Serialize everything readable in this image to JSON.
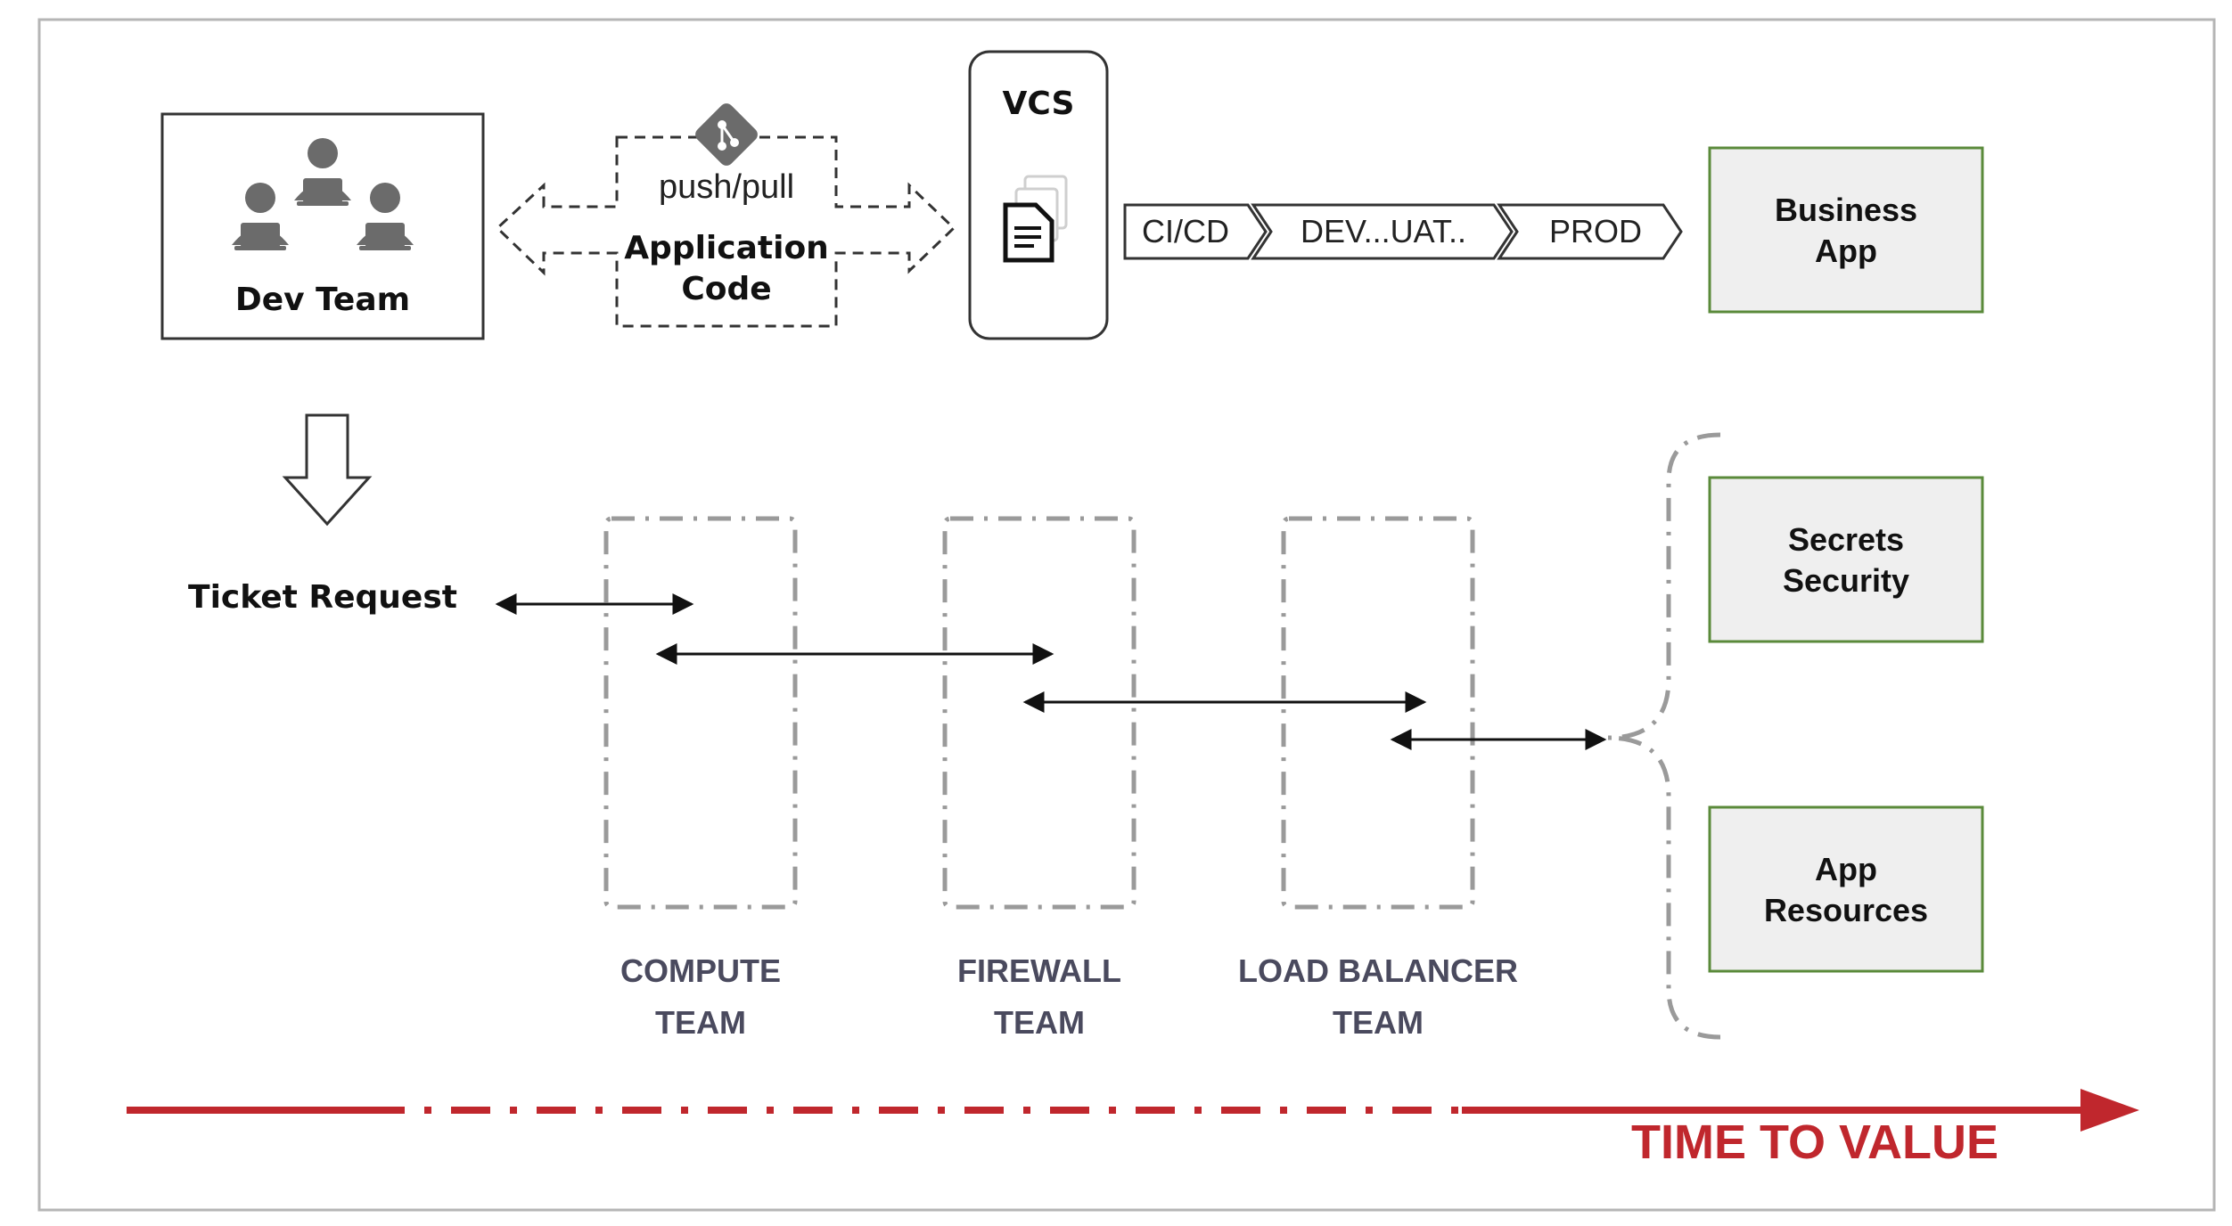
{
  "dev_team": {
    "label": "Dev Team",
    "icon": "developer-team-icon"
  },
  "git_exchange": {
    "git_label": "push/pull",
    "code_label_line1": "Application",
    "code_label_line2": "Code",
    "icon": "git-icon"
  },
  "vcs": {
    "label": "VCS",
    "icon": "document-icon"
  },
  "pipeline": {
    "stages": [
      "CI/CD",
      "DEV...UAT..",
      "PROD"
    ]
  },
  "business_app": {
    "line1": "Business",
    "line2": "App"
  },
  "ticket": {
    "label": "Ticket Request"
  },
  "teams": [
    {
      "line1": "COMPUTE",
      "line2": "TEAM"
    },
    {
      "line1": "FIREWALL",
      "line2": "TEAM"
    },
    {
      "line1": "LOAD BALANCER",
      "line2": "TEAM"
    }
  ],
  "secrets_box": {
    "line1": "Secrets",
    "line2": "Security"
  },
  "resources_box": {
    "line1": "App",
    "line2": "Resources"
  },
  "timeline": {
    "label": "TIME TO VALUE",
    "color": "#c0272d"
  },
  "colors": {
    "green_border": "#5a8a3a",
    "box_fill": "#efefef",
    "team_label": "#4a4a5e",
    "dash_gray": "#9a9a9a"
  }
}
